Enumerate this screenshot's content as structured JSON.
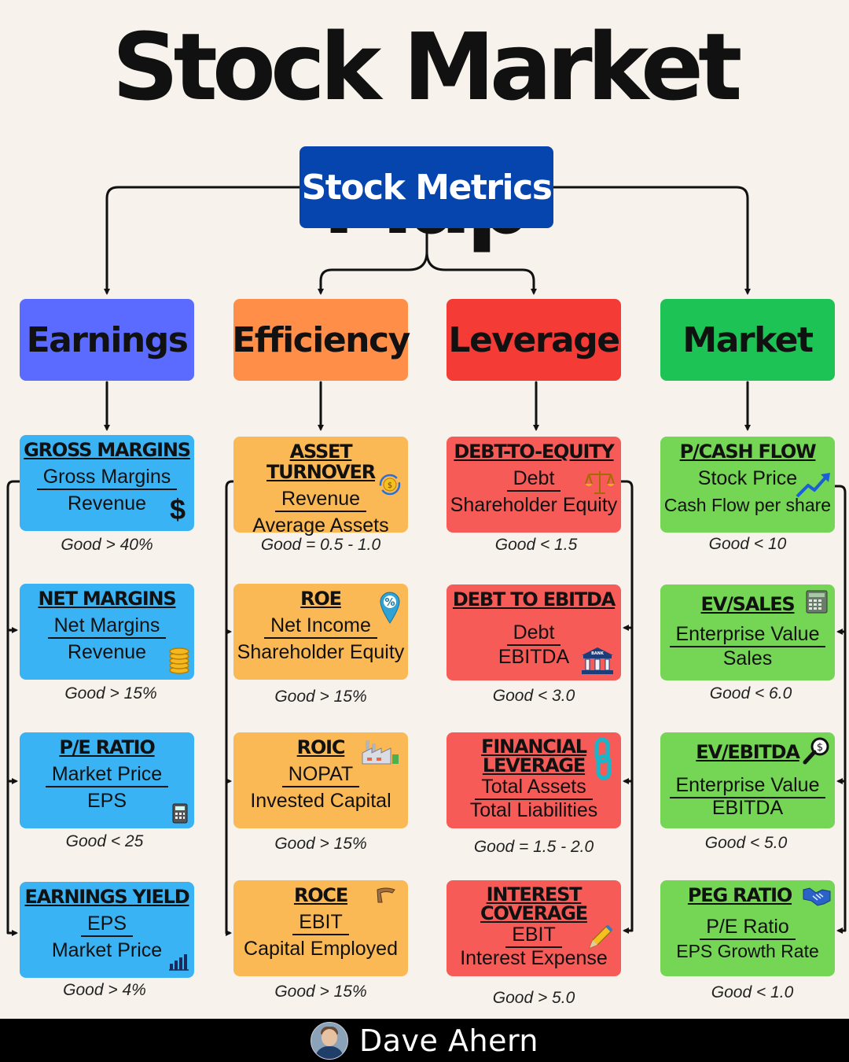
{
  "title": "Stock Market Map",
  "root": "Stock Metrics",
  "colors": {
    "root": "#0645ad",
    "earnings": "#5c6bff",
    "earnings_card": "#3ab3f5",
    "efficiency": "#ff8f48",
    "efficiency_card": "#fbb956",
    "leverage": "#f43b36",
    "leverage_card": "#f65b58",
    "market": "#1ec356",
    "market_card": "#74d654"
  },
  "categories": [
    {
      "name": "Earnings",
      "cards": [
        {
          "title": [
            "GROSS MARGINS"
          ],
          "numerator": "Gross Margins",
          "denominator": "Revenue",
          "good": "Good > 40%",
          "icon": "dollar-icon"
        },
        {
          "title": [
            "NET MARGINS"
          ],
          "numerator": "Net Margins",
          "denominator": "Revenue",
          "good": "Good > 15%",
          "icon": "coins-icon"
        },
        {
          "title": [
            "P/E RATIO"
          ],
          "numerator": "Market Price",
          "denominator": "EPS",
          "good": "Good < 25",
          "icon": "calculator-icon"
        },
        {
          "title": [
            "EARNINGS YIELD"
          ],
          "numerator": "EPS",
          "denominator": "Market Price",
          "good": "Good > 4%",
          "icon": "bar-chart-icon"
        }
      ]
    },
    {
      "name": "Efficiency",
      "cards": [
        {
          "title": [
            "ASSET TURNOVER"
          ],
          "numerator": "Revenue",
          "denominator": "Average Assets",
          "good": "Good = 0.5 - 1.0",
          "icon": "coin-cycle-icon"
        },
        {
          "title": [
            "ROE"
          ],
          "numerator": "Net Income",
          "denominator": "Shareholder Equity",
          "good": "Good > 15%",
          "icon": "percent-pin-icon"
        },
        {
          "title": [
            "ROIC"
          ],
          "numerator": "NOPAT",
          "denominator": "Invested Capital",
          "good": "Good > 15%",
          "icon": "factory-icon"
        },
        {
          "title": [
            "ROCE"
          ],
          "numerator": "EBIT",
          "denominator": "Capital Employed",
          "good": "Good > 15%",
          "icon": "boomerang-icon"
        }
      ]
    },
    {
      "name": "Leverage",
      "cards": [
        {
          "title": [
            "DEBT-TO-EQUITY"
          ],
          "numerator": "Debt",
          "denominator": "Shareholder Equity",
          "good": "Good < 1.5",
          "icon": "scales-icon"
        },
        {
          "title": [
            "DEBT TO EBITDA"
          ],
          "numerator": "Debt",
          "denominator": "EBITDA",
          "good": "Good < 3.0",
          "icon": "bank-icon",
          "icon_text": "BANK"
        },
        {
          "title": [
            "FINANCIAL",
            "LEVERAGE"
          ],
          "numerator": "Total Assets",
          "denominator": "Total Liabilities",
          "good": "Good = 1.5 - 2.0",
          "icon": "chain-link-icon"
        },
        {
          "title": [
            "INTEREST",
            "COVERAGE"
          ],
          "numerator": "EBIT",
          "denominator": "Interest Expense",
          "good": "Good > 5.0",
          "icon": "pencil-icon"
        }
      ]
    },
    {
      "name": "Market",
      "cards": [
        {
          "title": [
            "P/CASH FLOW"
          ],
          "numerator": "Stock Price",
          "denominator": "Cash Flow per share",
          "good": "Good < 10",
          "icon": "trend-up-icon"
        },
        {
          "title": [
            "EV/SALES"
          ],
          "numerator": "Enterprise Value",
          "denominator": "Sales",
          "good": "Good < 6.0",
          "icon": "cash-register-icon"
        },
        {
          "title": [
            "EV/EBITDA"
          ],
          "numerator": "Enterprise Value",
          "denominator": "EBITDA",
          "good": "Good < 5.0",
          "icon": "magnifier-dollar-icon"
        },
        {
          "title": [
            "PEG RATIO"
          ],
          "numerator": "P/E Ratio",
          "denominator": "EPS Growth Rate",
          "good": "Good < 1.0",
          "icon": "handshake-icon"
        }
      ]
    }
  ],
  "footer": {
    "name": "Dave Ahern"
  }
}
